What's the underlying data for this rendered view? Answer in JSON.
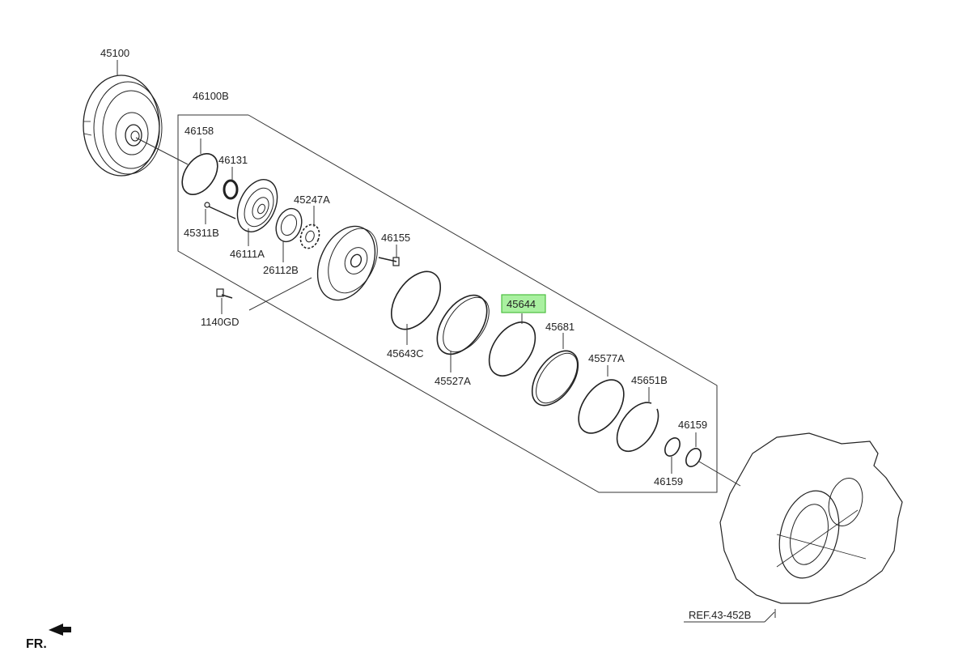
{
  "labels": {
    "p45100": "45100",
    "p46100B": "46100B",
    "p46158": "46158",
    "p46131": "46131",
    "p45247A": "45247A",
    "p45311B": "45311B",
    "p46111A": "46111A",
    "p26112B": "26112B",
    "p46155": "46155",
    "p1140GD": "1140GD",
    "p45643C": "45643C",
    "p45527A": "45527A",
    "p45644": "45644",
    "p45681": "45681",
    "p45577A": "45577A",
    "p45651B": "45651B",
    "p46159a": "46159",
    "p46159b": "46159",
    "ref": "REF.43-452B",
    "fr": "FR."
  },
  "highlight": {
    "part": "45644",
    "color": "#a9f0a0"
  }
}
